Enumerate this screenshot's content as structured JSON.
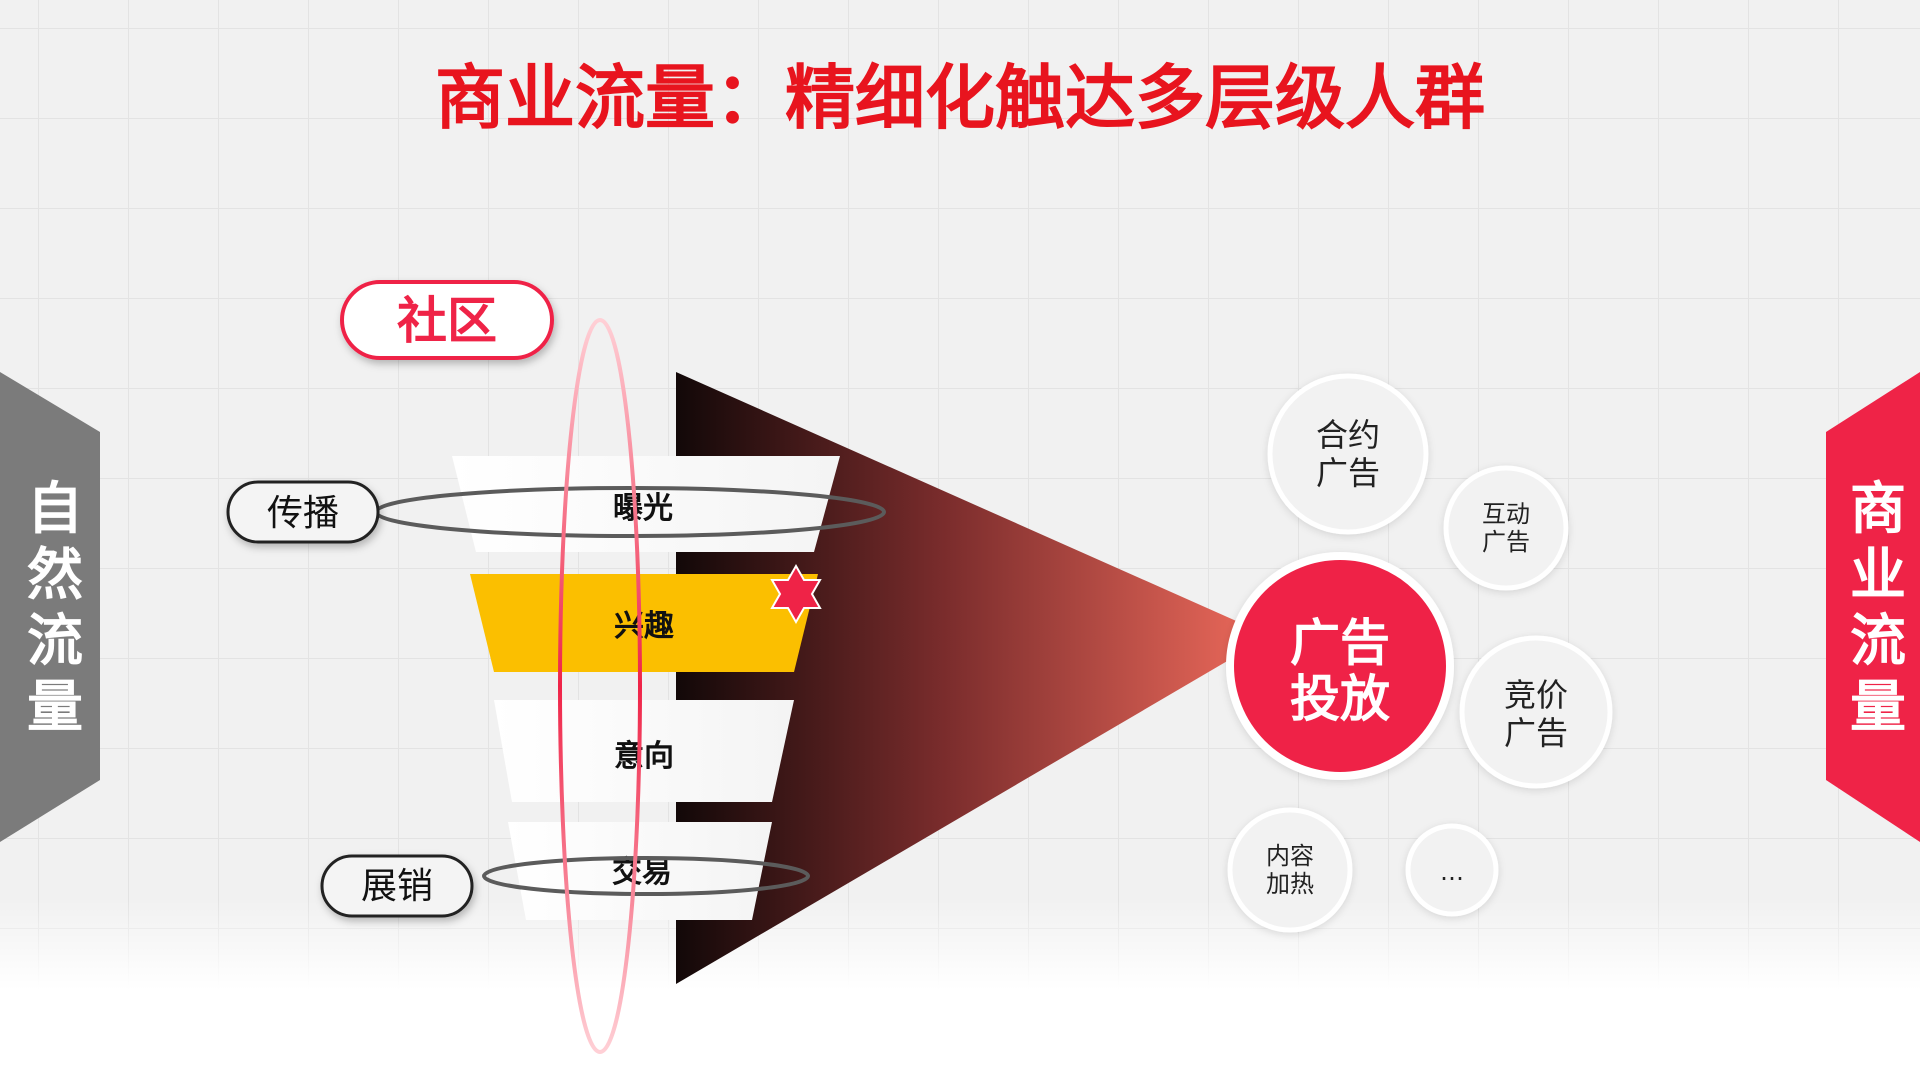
{
  "title": "商业流量：精细化触达多层级人群",
  "side_left": {
    "chars": [
      "自",
      "然",
      "流",
      "量"
    ]
  },
  "side_right": {
    "chars": [
      "商",
      "业",
      "流",
      "量"
    ]
  },
  "community": {
    "label": "社区"
  },
  "funnel": {
    "stages": [
      {
        "label": "曝光"
      },
      {
        "label": "兴趣"
      },
      {
        "label": "意向"
      },
      {
        "label": "交易"
      }
    ],
    "highlight_color": "#fbbf00"
  },
  "rings": {
    "spread": {
      "label": "传播"
    },
    "sales": {
      "label": "展销"
    }
  },
  "hub": {
    "lines": [
      "广告",
      "投放"
    ]
  },
  "satellites": [
    {
      "lines": [
        "合约",
        "广告"
      ]
    },
    {
      "lines": [
        "互动",
        "广告"
      ]
    },
    {
      "lines": [
        "竞价",
        "广告"
      ]
    },
    {
      "lines": [
        "内容",
        "加热"
      ]
    },
    {
      "lines": [
        "…"
      ]
    }
  ],
  "colors": {
    "title": "#e8141e",
    "accent": "#ef2347",
    "left_panel": "#7b7b7b",
    "right_panel": "#ef2347"
  }
}
